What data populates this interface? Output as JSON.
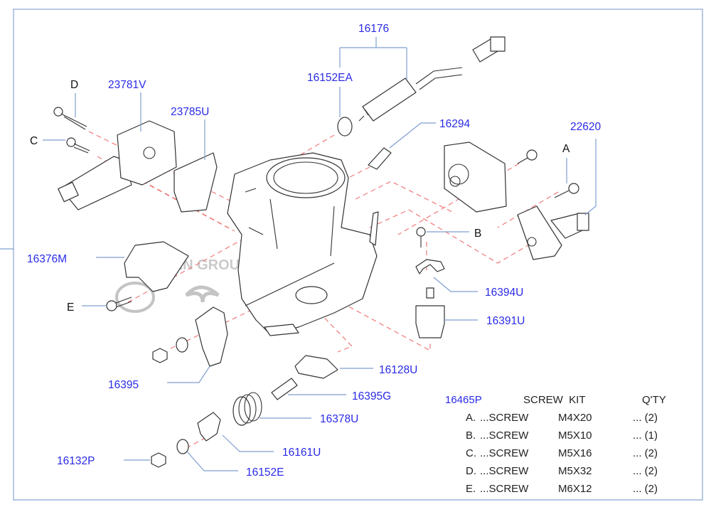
{
  "diagram": {
    "watermark": "NISSAN GROUP",
    "callouts": {
      "p16176": "16176",
      "p16152EA": "16152EA",
      "p23781V": "23781V",
      "p23785U": "23785U",
      "p16294": "16294",
      "p22620": "22620",
      "p16376M": "16376M",
      "p16394U": "16394U",
      "p16391U": "16391U",
      "p16395": "16395",
      "p16128U": "16128U",
      "p16395G": "16395G",
      "p16378U": "16378U",
      "p16161U": "16161U",
      "p16132P": "16132P",
      "p16152E": "16152E"
    },
    "screw_letters": {
      "a": "A",
      "b": "B",
      "c": "C",
      "d": "D",
      "e": "E"
    }
  },
  "screw_kit": {
    "part_number": "16465P",
    "title": "SCREW  KIT",
    "qty_header": "Q'TY",
    "rows": [
      {
        "letter": "A.",
        "desc": "...SCREW",
        "size": "M4X20",
        "qty": "... (2)"
      },
      {
        "letter": "B.",
        "desc": "...SCREW",
        "size": "M5X10",
        "qty": "... (1)"
      },
      {
        "letter": "C.",
        "desc": "...SCREW",
        "size": "M5X16",
        "qty": "... (2)"
      },
      {
        "letter": "D.",
        "desc": "...SCREW",
        "size": "M5X32",
        "qty": "... (2)"
      },
      {
        "letter": "E.",
        "desc": "...SCREW",
        "size": "M6X12",
        "qty": "... (2)"
      }
    ]
  }
}
